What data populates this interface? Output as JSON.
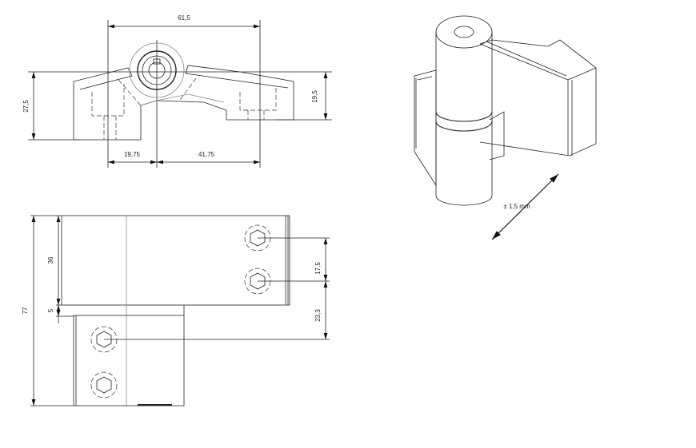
{
  "top_view": {
    "width_total": "61,5",
    "height_left": "27,5",
    "height_right": "19,5",
    "offset_left": "19,75",
    "offset_right": "41,75"
  },
  "front_view": {
    "height_total": "77",
    "height_upper": "36",
    "gap": "5",
    "hole_spacing": "17,5",
    "hole_offset": "23,3"
  },
  "iso_view": {
    "adjust_label": "± 1,5 mm"
  }
}
